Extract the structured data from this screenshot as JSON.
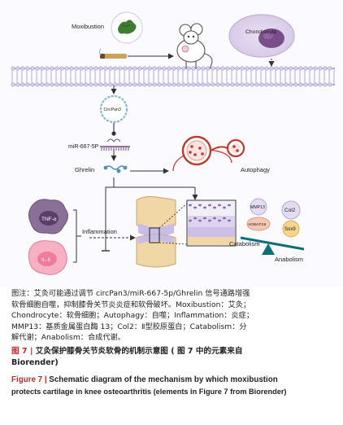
{
  "figure": {
    "labels": {
      "moxibustion": "Moxibustion",
      "chondrocyte": "Chondrocyte",
      "circpan3": "CircPan3",
      "mir": "miR-667-5P",
      "ghrelin": "Ghrelin",
      "autophagy": "Autophagy",
      "tnf": "TNF-α",
      "il6": "IL-6",
      "inflammation": "Inflammation",
      "mmp13": "MMP13",
      "adamts5": "ADMATS5",
      "col2": "Col2",
      "sox9": "Sox9",
      "catabolism": "Catabolism",
      "anabolism": "Anabolism"
    },
    "colors": {
      "membrane": "#c9bfe0",
      "cell_purple": "#7a4e8a",
      "arrow_dark": "#333333",
      "autophagy_red": "#c0392b",
      "tnf_purple": "#8a6f96",
      "il6_pink": "#f28ea8",
      "bone": "#f2d7a6",
      "cartilage": "#c7bde6",
      "scale_teal": "#0e6e7a"
    }
  },
  "note": {
    "lines": [
      "图注：艾灸可能通过调节 circPan3/miR-667-5p/Ghrelin 信号通路增强",
      "软骨细胞自噬，抑制膝骨关节炎炎症和软骨破坏。Moxibustion：艾灸；",
      "Chondrocyte：软骨细胞；Autophagy：自噬；Inflammation：炎症；",
      "MMP13：基质金属蛋白酶 13；Col2：Ⅱ型胶原蛋白；Catabolism：分",
      "解代谢；Anabolism：合成代谢。"
    ]
  },
  "caption": {
    "cn_label": "图 7",
    "cn_line1": "艾灸保护膝骨关节炎软骨的机制示意图 ( 图 7 中的元素来自",
    "cn_line2": "Biorender)",
    "en_label": "Figure 7",
    "en_line1": "Schematic diagram of the mechanism by which moxibustion",
    "en_line2": "protects cartilage in knee osteoarthritis (elements in Figure 7 from Biorender)"
  }
}
